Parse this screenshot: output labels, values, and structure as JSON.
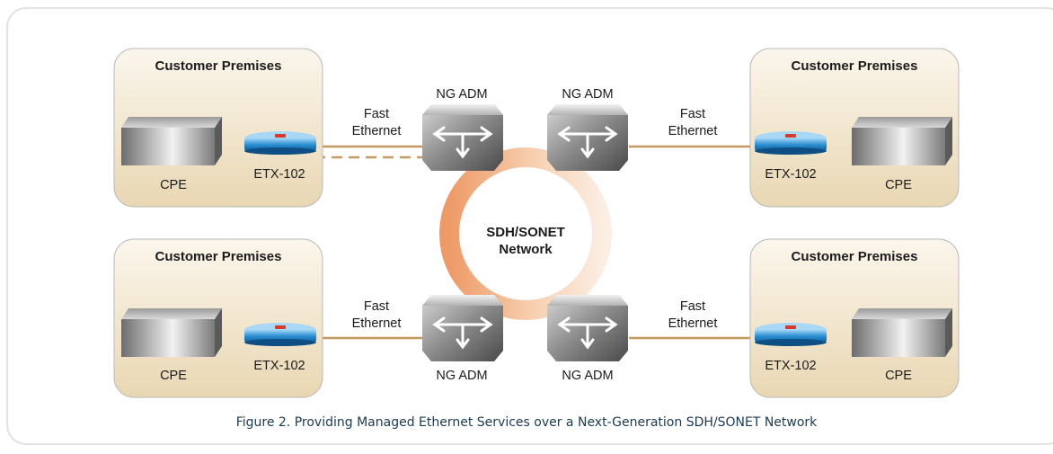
{
  "diagram": {
    "premises": [
      {
        "title": "Customer Premises",
        "cpe": "CPE",
        "etx": "ETX-102",
        "link": [
          "Fast",
          "Ethernet"
        ],
        "adm": "NG ADM"
      },
      {
        "title": "Customer Premises",
        "cpe": "CPE",
        "etx": "ETX-102",
        "link": [
          "Fast",
          "Ethernet"
        ],
        "adm": "NG ADM"
      },
      {
        "title": "Customer Premises",
        "cpe": "CPE",
        "etx": "ETX-102",
        "link": [
          "Fast",
          "Ethernet"
        ],
        "adm": "NG ADM"
      },
      {
        "title": "Customer Premises",
        "cpe": "CPE",
        "etx": "ETX-102",
        "link": [
          "Fast",
          "Ethernet"
        ],
        "adm": "NG ADM"
      }
    ],
    "network": [
      "SDH/SONET",
      "Network"
    ],
    "colors": {
      "premises_fill": "#efe3c8",
      "link_line": "#c59a62",
      "ring": "#f0a070",
      "etx": "#2b8fd2"
    }
  },
  "caption": "Figure 2.  Providing Managed Ethernet Services over a Next-Generation SDH/SONET Network"
}
